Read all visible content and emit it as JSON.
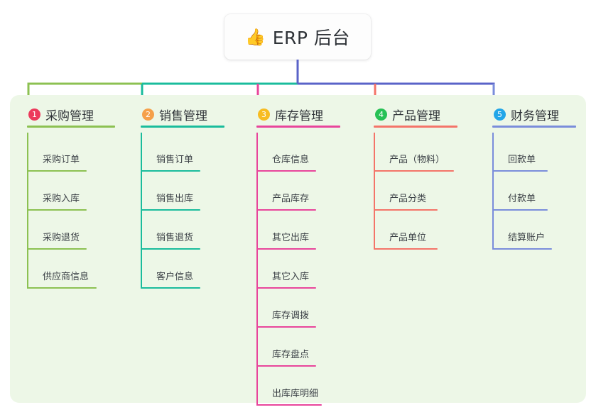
{
  "root": {
    "icon": "thumbs-up-icon",
    "emoji": "👍",
    "title": "ERP 后台"
  },
  "colors": {
    "panel_background": "#edf7e7",
    "page_background": "#ffffff",
    "root_stem": "#5a63c8",
    "text": "#2f3338"
  },
  "branches": [
    {
      "number": "1",
      "title": "采购管理",
      "badge_color": "#ec3a5c",
      "line_color": "#8cc152",
      "rule_width": 124,
      "items": [
        {
          "label": "采购订单",
          "rule_width": 84
        },
        {
          "label": "采购入库",
          "rule_width": 84
        },
        {
          "label": "采购退货",
          "rule_width": 84
        },
        {
          "label": "供应商信息",
          "rule_width": 98
        }
      ]
    },
    {
      "number": "2",
      "title": "销售管理",
      "badge_color": "#f5a04a",
      "line_color": "#1abc9c",
      "rule_width": 118,
      "items": [
        {
          "label": "销售订单",
          "rule_width": 84
        },
        {
          "label": "销售出库",
          "rule_width": 84
        },
        {
          "label": "销售退货",
          "rule_width": 84
        },
        {
          "label": "客户信息",
          "rule_width": 84
        }
      ]
    },
    {
      "number": "3",
      "title": "库存管理",
      "badge_color": "#f7bc22",
      "line_color": "#e8459b",
      "rule_width": 118,
      "items": [
        {
          "label": "仓库信息",
          "rule_width": 84
        },
        {
          "label": "产品库存",
          "rule_width": 84
        },
        {
          "label": "其它出库",
          "rule_width": 84
        },
        {
          "label": "其它入库",
          "rule_width": 84
        },
        {
          "label": "库存调拨",
          "rule_width": 84
        },
        {
          "label": "库存盘点",
          "rule_width": 84
        },
        {
          "label": "出库库明细",
          "rule_width": 92
        }
      ]
    },
    {
      "number": "4",
      "title": "产品管理",
      "badge_color": "#27c155",
      "line_color": "#f47469",
      "rule_width": 118,
      "items": [
        {
          "label": "产品（物料）",
          "rule_width": 113
        },
        {
          "label": "产品分类",
          "rule_width": 90
        },
        {
          "label": "产品单位",
          "rule_width": 90
        }
      ]
    },
    {
      "number": "5",
      "title": "财务管理",
      "badge_color": "#22a6e8",
      "line_color": "#7a8ddb",
      "rule_width": 118,
      "items": [
        {
          "label": "回款单",
          "rule_width": 78
        },
        {
          "label": "付款单",
          "rule_width": 78
        },
        {
          "label": "结算账户",
          "rule_width": 84
        }
      ]
    }
  ]
}
